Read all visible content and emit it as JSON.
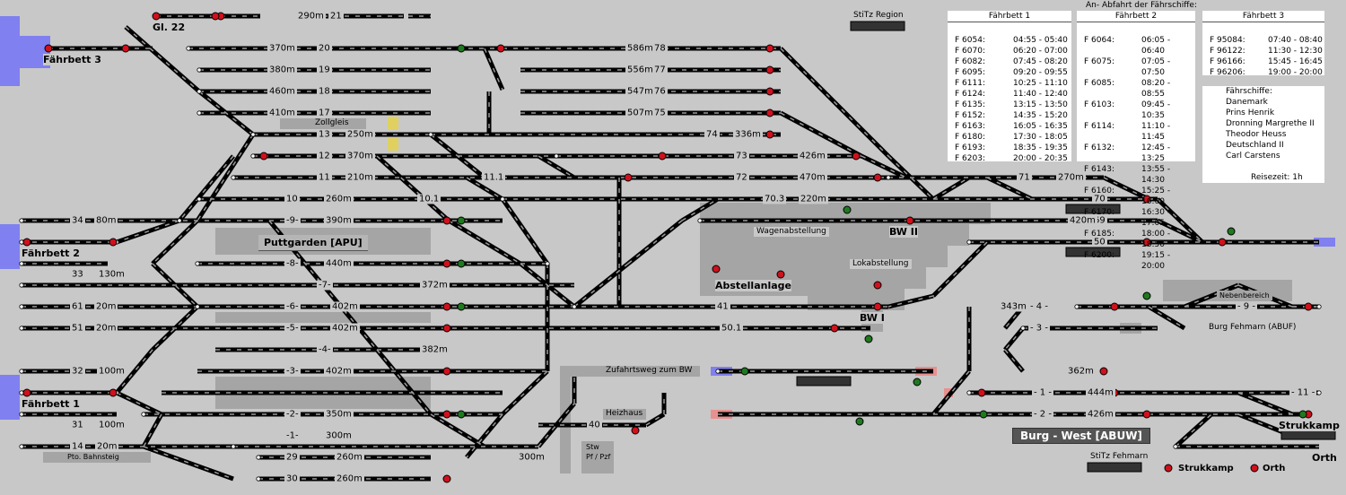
{
  "area_titles": {
    "puttgarden": "Puttgarden [APU]",
    "burg_west": "Burg - West [ABUW]",
    "gl22": "Gl. 22",
    "faehrbett1": "Fährbett 1",
    "faehrbett2": "Fährbett 2",
    "faehrbett3": "Fährbett 3",
    "abstellanlage": "Abstellanlage",
    "bw1": "BW I",
    "bw2": "BW II",
    "strukkamp": "Strukkamp",
    "orth": "Orth"
  },
  "area_labels": {
    "zollgleis": "Zollgleis",
    "wagenabstellung": "Wagenabstellung",
    "lokabstellung": "Lokabstellung",
    "zufahrtsweg": "Zufahrtsweg zum BW",
    "heizhaus": "Heizhaus",
    "stw": "Stw\nPf / Pzf",
    "nebenbereich": "Nebenbereich",
    "burg_fehmarn": "Burg Fehmarn (ABUF)",
    "bahnsteig": "Pto. Bahnsteig",
    "stitz_region": "StiTz Region",
    "stitz_fehmarn": "StiTz Fehmarn",
    "strukkamp_small": "Strukkamp",
    "orth_small": "Orth"
  },
  "track_labels": [
    {
      "text": "290m"
    },
    {
      "text": "21"
    },
    {
      "text": "370m"
    },
    {
      "text": "20"
    },
    {
      "text": "380m"
    },
    {
      "text": "19"
    },
    {
      "text": "460m"
    },
    {
      "text": "18"
    },
    {
      "text": "410m"
    },
    {
      "text": "17"
    },
    {
      "text": "13"
    },
    {
      "text": "250m"
    },
    {
      "text": "12"
    },
    {
      "text": "370m"
    },
    {
      "text": "11"
    },
    {
      "text": "210m"
    },
    {
      "text": "10"
    },
    {
      "text": "260m"
    },
    {
      "text": "34"
    },
    {
      "text": "80m"
    },
    {
      "text": "-9-"
    },
    {
      "text": "390m"
    },
    {
      "text": "33"
    },
    {
      "text": "130m"
    },
    {
      "text": "-8-"
    },
    {
      "text": "440m"
    },
    {
      "text": "-7-"
    },
    {
      "text": "372m"
    },
    {
      "text": "61"
    },
    {
      "text": "20m"
    },
    {
      "text": "-6-"
    },
    {
      "text": "402m"
    },
    {
      "text": "51"
    },
    {
      "text": "20m"
    },
    {
      "text": "-5-"
    },
    {
      "text": "402m"
    },
    {
      "text": "-4-"
    },
    {
      "text": "382m"
    },
    {
      "text": "32"
    },
    {
      "text": "100m"
    },
    {
      "text": "-3-"
    },
    {
      "text": "402m"
    },
    {
      "text": "31"
    },
    {
      "text": "100m"
    },
    {
      "text": "-2-"
    },
    {
      "text": "350m"
    },
    {
      "text": "14"
    },
    {
      "text": "20m"
    },
    {
      "text": "-1-"
    },
    {
      "text": "300m"
    },
    {
      "text": "29"
    },
    {
      "text": "260m"
    },
    {
      "text": "30"
    },
    {
      "text": "260m"
    },
    {
      "text": "300m"
    },
    {
      "text": "40"
    },
    {
      "text": "586m"
    },
    {
      "text": "78"
    },
    {
      "text": "556m"
    },
    {
      "text": "77"
    },
    {
      "text": "547m"
    },
    {
      "text": "76"
    },
    {
      "text": "507m"
    },
    {
      "text": "75"
    },
    {
      "text": "74"
    },
    {
      "text": "336m"
    },
    {
      "text": "73"
    },
    {
      "text": "426m"
    },
    {
      "text": "72"
    },
    {
      "text": "470m"
    },
    {
      "text": "11.1"
    },
    {
      "text": "10.1"
    },
    {
      "text": "70.3"
    },
    {
      "text": "220m"
    },
    {
      "text": "71"
    },
    {
      "text": "270m"
    },
    {
      "text": "70"
    },
    {
      "text": "69"
    },
    {
      "text": "420m"
    },
    {
      "text": "50"
    },
    {
      "text": "41"
    },
    {
      "text": "50.1"
    },
    {
      "text": "343m"
    },
    {
      "text": "- 4 -"
    },
    {
      "text": "- 3 -"
    },
    {
      "text": "362m"
    },
    {
      "text": "- 1 -"
    },
    {
      "text": "444m"
    },
    {
      "text": "- 2 -"
    },
    {
      "text": "426m"
    },
    {
      "text": "- 9 -"
    },
    {
      "text": "- 11 -"
    }
  ],
  "timetable": {
    "title": "An- Abfahrt der Fährschiffe:",
    "columns": [
      {
        "header": "Fährbett 1",
        "rows": [
          {
            "train": "F 6054:",
            "time": "04:55 - 05:40"
          },
          {
            "train": "F 6070:",
            "time": "06:20 - 07:00"
          },
          {
            "train": "F 6082:",
            "time": "07:45 - 08:20"
          },
          {
            "train": "F 6095:",
            "time": "09:20 - 09:55"
          },
          {
            "train": "F 6111:",
            "time": "10:25 - 11:10"
          },
          {
            "train": "F 6124:",
            "time": "11:40 - 12:40"
          },
          {
            "train": "F 6135:",
            "time": "13:15 - 13:50"
          },
          {
            "train": "F 6152:",
            "time": "14:35 - 15:20"
          },
          {
            "train": "F 6163:",
            "time": "16:05 - 16:35"
          },
          {
            "train": "F 6180:",
            "time": "17:30 - 18:05"
          },
          {
            "train": "F 6193:",
            "time": "18:35 - 19:35"
          },
          {
            "train": "F 6203:",
            "time": "20:00 - 20:35"
          }
        ]
      },
      {
        "header": "Fährbett 2",
        "rows": [
          {
            "train": "F 6064:",
            "time": "06:05 - 06:40"
          },
          {
            "train": "F 6075:",
            "time": "07:05 - 07:50"
          },
          {
            "train": "F 6085:",
            "time": "08:20 - 08:55"
          },
          {
            "train": "F 6103:",
            "time": "09:45 - 10:35"
          },
          {
            "train": "F 6114:",
            "time": "11:10 - 11:45"
          },
          {
            "train": "F 6132:",
            "time": "12:45 - 13:25"
          },
          {
            "train": "F 6143:",
            "time": "13:55 - 14:30"
          },
          {
            "train": "F 6160:",
            "time": "15:25 - 16:00"
          },
          {
            "train": "F 6170:",
            "time": "16:30 - 17:05"
          },
          {
            "train": "F 6185:",
            "time": "18:00 - 18:50"
          },
          {
            "train": "F 6200:",
            "time": "19:15 - 20:00"
          }
        ]
      },
      {
        "header": "Fährbett 3",
        "rows": [
          {
            "train": "F 95084:",
            "time": "07:40 - 08:40"
          },
          {
            "train": "F 96122:",
            "time": "11:30 - 12:30"
          },
          {
            "train": "F 96166:",
            "time": "15:45 - 16:45"
          },
          {
            "train": "F 96206:",
            "time": "19:00 - 20:00"
          }
        ]
      }
    ],
    "ships_title": "Fährschiffe:",
    "ships": [
      "Danemark",
      "Prins Henrik",
      "Dronning Margrethe II",
      "Theodor Heuss",
      "Deutschland II",
      "Carl Carstens"
    ],
    "travel_time": "Reisezeit: 1h"
  },
  "colors": {
    "background": "#c8c8c8",
    "track": "#000000",
    "track_dots": "#9a9a9a",
    "signal_red": "#d0101c",
    "signal_green": "#1f7a1f",
    "platform": "#a5a5a5",
    "ferry_blue": "#8080f0"
  }
}
